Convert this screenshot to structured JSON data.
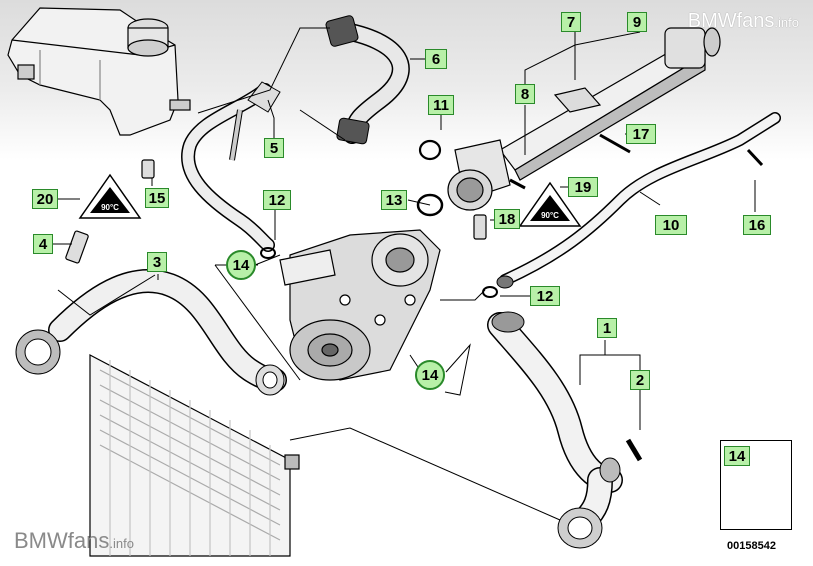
{
  "watermark_top": {
    "brand": "BMWfans",
    "suffix": ".info"
  },
  "watermark_bottom": {
    "brand": "BMWfans",
    "suffix": ".info"
  },
  "part_number": "00158542",
  "legend_label": "14",
  "warning_label": "90°C",
  "callouts": [
    {
      "id": "c1",
      "label": "1"
    },
    {
      "id": "c2",
      "label": "2"
    },
    {
      "id": "c3",
      "label": "3"
    },
    {
      "id": "c4",
      "label": "4"
    },
    {
      "id": "c5",
      "label": "5"
    },
    {
      "id": "c6",
      "label": "6"
    },
    {
      "id": "c7",
      "label": "7"
    },
    {
      "id": "c8",
      "label": "8"
    },
    {
      "id": "c9",
      "label": "9"
    },
    {
      "id": "c10",
      "label": "10"
    },
    {
      "id": "c11",
      "label": "11"
    },
    {
      "id": "c12a",
      "label": "12"
    },
    {
      "id": "c12b",
      "label": "12"
    },
    {
      "id": "c13",
      "label": "13"
    },
    {
      "id": "c14a",
      "label": "14"
    },
    {
      "id": "c14b",
      "label": "14"
    },
    {
      "id": "c15",
      "label": "15"
    },
    {
      "id": "c16",
      "label": "16"
    },
    {
      "id": "c17",
      "label": "17"
    },
    {
      "id": "c18",
      "label": "18"
    },
    {
      "id": "c19",
      "label": "19"
    },
    {
      "id": "c20",
      "label": "20"
    }
  ],
  "colors": {
    "callout_fill": "#b8f0a8",
    "callout_border": "#2a8a2a",
    "line": "#000000"
  }
}
